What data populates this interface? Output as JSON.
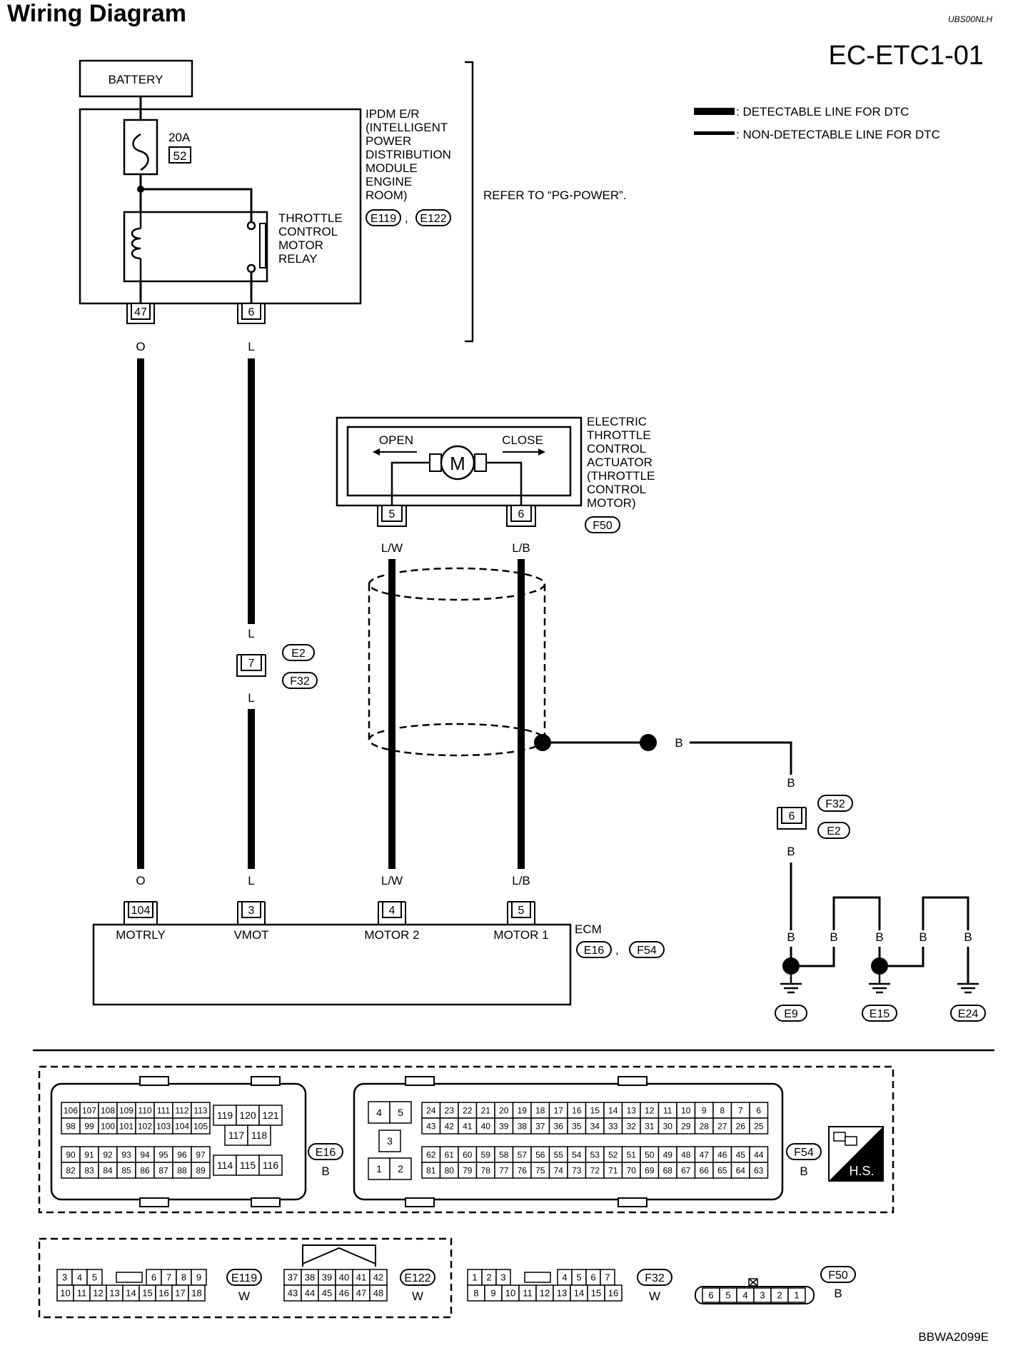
{
  "header": {
    "title": "Wiring Diagram",
    "doc_code": "UBS00NLH",
    "page_id": "EC-ETC1-01",
    "footer_code": "BBWA2099E"
  },
  "legend": {
    "detectable": ": DETECTABLE LINE FOR DTC",
    "non_detectable": ": NON-DETECTABLE LINE FOR DTC"
  },
  "battery": {
    "label": "BATTERY"
  },
  "fuse": {
    "rating": "20A",
    "number": "52"
  },
  "ipdm": {
    "lines": [
      "IPDM E/R",
      "(INTELLIGENT",
      "POWER",
      "DISTRIBUTION",
      "MODULE",
      "ENGINE",
      "ROOM)"
    ],
    "connectors": [
      "E119",
      "E122"
    ],
    "refer": "REFER TO “PG-POWER”."
  },
  "relay": {
    "lines": [
      "THROTTLE",
      "CONTROL",
      "MOTOR",
      "RELAY"
    ]
  },
  "ipdm_pins": {
    "left": "47",
    "right": "6"
  },
  "actuator": {
    "lines": [
      "ELECTRIC",
      "THROTTLE",
      "CONTROL",
      "ACTUATOR",
      "(THROTTLE",
      "CONTROL",
      "MOTOR)"
    ],
    "open": "OPEN",
    "close": "CLOSE",
    "motor": "M",
    "pin_left": "5",
    "pin_right": "6",
    "connector": "F50"
  },
  "wires": {
    "orange": "O",
    "blue": "L",
    "blue_white": "L/W",
    "blue_black": "L/B",
    "black": "B"
  },
  "joint_e2f32_pin": "7",
  "joint_f32e2_pin": "6",
  "connector_tags": {
    "e2": "E2",
    "f32": "F32"
  },
  "ecm": {
    "label": "ECM",
    "connectors": [
      "E16",
      "F54"
    ],
    "terminals": [
      {
        "pin": "104",
        "name": "MOTRLY"
      },
      {
        "pin": "3",
        "name": "VMOT"
      },
      {
        "pin": "4",
        "name": "MOTOR 2"
      },
      {
        "pin": "5",
        "name": "MOTOR 1"
      }
    ]
  },
  "grounds": [
    "E9",
    "E15",
    "E24"
  ],
  "connector_views": {
    "e16": {
      "tag": "E16",
      "color": "B",
      "rows": [
        [
          "106",
          "107",
          "108",
          "109",
          "110",
          "111",
          "112",
          "113"
        ],
        [
          "98",
          "99",
          "100",
          "101",
          "102",
          "103",
          "104",
          "105"
        ],
        [
          "90",
          "91",
          "92",
          "93",
          "94",
          "95",
          "96",
          "97"
        ],
        [
          "82",
          "83",
          "84",
          "85",
          "86",
          "87",
          "88",
          "89"
        ]
      ],
      "mid": [
        "119",
        "120",
        "121",
        "117",
        "118",
        "114",
        "115",
        "116"
      ]
    },
    "f54": {
      "tag": "F54",
      "color": "B",
      "small": [
        "4",
        "5",
        "3",
        "1",
        "2"
      ],
      "rows": [
        [
          "24",
          "23",
          "22",
          "21",
          "20",
          "19",
          "18",
          "17",
          "16",
          "15",
          "14",
          "13",
          "12",
          "11",
          "10",
          "9",
          "8",
          "7",
          "6"
        ],
        [
          "43",
          "42",
          "41",
          "40",
          "39",
          "38",
          "37",
          "36",
          "35",
          "34",
          "33",
          "32",
          "31",
          "30",
          "29",
          "28",
          "27",
          "26",
          "25"
        ],
        [
          "62",
          "61",
          "60",
          "59",
          "58",
          "57",
          "56",
          "55",
          "54",
          "53",
          "52",
          "51",
          "50",
          "49",
          "48",
          "47",
          "46",
          "45",
          "44"
        ],
        [
          "81",
          "80",
          "79",
          "78",
          "77",
          "76",
          "75",
          "74",
          "73",
          "72",
          "71",
          "70",
          "69",
          "68",
          "67",
          "66",
          "65",
          "64",
          "63"
        ]
      ]
    },
    "hs": "H.S.",
    "e119": {
      "tag": "E119",
      "color": "W",
      "top_left": [
        "3",
        "4",
        "5"
      ],
      "top_right": [
        "6",
        "7",
        "8",
        "9"
      ],
      "bottom": [
        "10",
        "11",
        "12",
        "13",
        "14",
        "15",
        "16",
        "17",
        "18"
      ]
    },
    "e122": {
      "tag": "E122",
      "color": "W",
      "top": [
        "37",
        "38",
        "39",
        "40",
        "41",
        "42"
      ],
      "bottom": [
        "43",
        "44",
        "45",
        "46",
        "47",
        "48"
      ]
    },
    "f32": {
      "tag": "F32",
      "color": "W",
      "top_left": [
        "1",
        "2",
        "3"
      ],
      "top_right": [
        "4",
        "5",
        "6",
        "7"
      ],
      "bottom": [
        "8",
        "9",
        "10",
        "11",
        "12",
        "13",
        "14",
        "15",
        "16"
      ]
    },
    "f50": {
      "tag": "F50",
      "color": "B",
      "pins": [
        "6",
        "5",
        "4",
        "3",
        "2",
        "1"
      ]
    }
  }
}
